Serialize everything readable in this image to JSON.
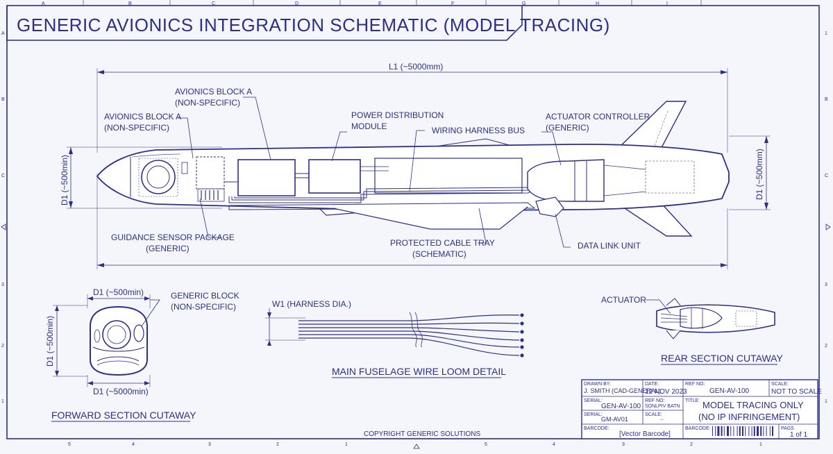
{
  "title": "GENERIC AVIONICS INTEGRATION SCHEMATIC (MODEL TRACING)",
  "grid": {
    "top_letters": [
      "A",
      "B",
      "C",
      "D",
      "E",
      "F",
      "G",
      "H",
      "I"
    ],
    "left_letters": [
      "A",
      "B",
      "C",
      "3",
      "2",
      "1"
    ],
    "right_numbers": [
      "1",
      "B",
      "C",
      "3",
      "2",
      "1"
    ],
    "bottom_numbers": [
      "5",
      "4",
      "3",
      "2",
      "1",
      "5",
      "4",
      "3",
      "2",
      "1"
    ]
  },
  "main_view": {
    "length_dim": "L1 (~5000mm)",
    "left_dim": "D1 (~500min)",
    "right_dim": "D1 (~500mm)",
    "callouts": {
      "avionics_a_left_1": "AVIONICS BLOCK A",
      "avionics_a_left_2": "(NON-SPECIFIC)",
      "avionics_a_top_1": "AVIONICS BLOCK A",
      "avionics_a_top_2": "(NON-SPECIFIC)",
      "power_1": "POWER DISTRIBUTION",
      "power_2": "MODULE",
      "harness": "WIRING HARNESS BUS",
      "actuator_1": "ACTUATOR CONTROLLER",
      "actuator_2": "(GENERIC)",
      "guidance_1": "GUIDANCE SENSOR PACKAGE",
      "guidance_2": "(GENERIC)",
      "tray_1": "PROTECTED CABLE TRAY",
      "tray_2": "(SCHEMATIC)",
      "datalink": "DATA LINK UNIT"
    }
  },
  "forward_view": {
    "top_dim": "D1 (~500min)",
    "side_dim": "D1 (~500min)",
    "bottom_dim": "D1 (~5000min)",
    "callout_1": "GENERIC BLOCK",
    "callout_2": "(NON-SPECIFIC)",
    "caption": "FORWARD SECTION CUTAWAY"
  },
  "loom_view": {
    "dim": "W1 (HARNESS DIA.)",
    "caption": "MAIN FUSELAGE WIRE LOOM DETAIL"
  },
  "rear_view": {
    "callout": "ACTUATOR",
    "caption": "REAR SECTION CUTAWAY"
  },
  "copyright": "COPYRIGHT GENERIC SOLUTIONS",
  "title_block": {
    "drawn_by_label": "DRAWN BY:",
    "drawn_by": "J. SMITH (CAD-GENERAL)",
    "date_label": "DATE:",
    "date": "12 NOV 2023",
    "ref_label": "REF NO:",
    "ref": "GEN-AV-100",
    "scale_label": "SCALE:",
    "scale": "NOT TO SCALE",
    "serial_label": "SERIAL:",
    "serial": "GEN-AV-100",
    "ref2_label": "REF NO:",
    "ref2": "SONLPIV BATN",
    "title_label": "TITLE:",
    "title_1": "MODEL TRACING ONLY",
    "title_2": "(NO IP INFRINGEMENT)",
    "serial2_label": "SERIAL:",
    "serial2": "GM-AV01",
    "scale2_label": "SCALE:",
    "scale2": "--",
    "barcode_label": "BARCODE:",
    "barcode": "[Vector Barcode]",
    "barcode2_label": "BARCODE:",
    "pags_label": "PAGS",
    "pags": "1 of 1"
  }
}
